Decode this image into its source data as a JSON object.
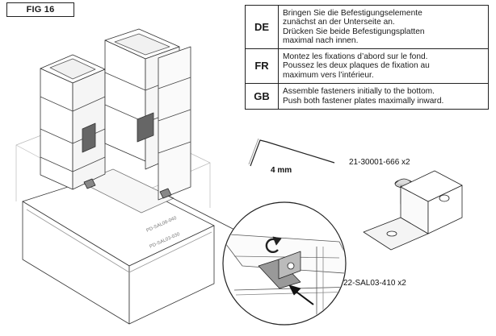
{
  "figure_label": "FIG 16",
  "instructions": [
    {
      "code": "DE",
      "lines": [
        "Bringen Sie die Befestigungselemente",
        "zunächst an der Unterseite an.",
        "Drücken Sie beide Befestigungsplatten",
        "maximal nach innen."
      ]
    },
    {
      "code": "FR",
      "lines": [
        "Montez les fixations d’abord sur le fond.",
        "Poussez les deux plaques de fixation au",
        "maximum vers l’intérieur."
      ]
    },
    {
      "code": "GB",
      "lines": [
        "Assemble fasteners initially to the bottom.",
        "Push both fastener plates maximally inward."
      ]
    }
  ],
  "tool_label": "4 mm",
  "screw_label": "21-30001-666 x2",
  "plate_label": "22-SAL03-410 x2",
  "base_markings": [
    "PD-SAL08-040",
    "PD-SAL03-030"
  ]
}
